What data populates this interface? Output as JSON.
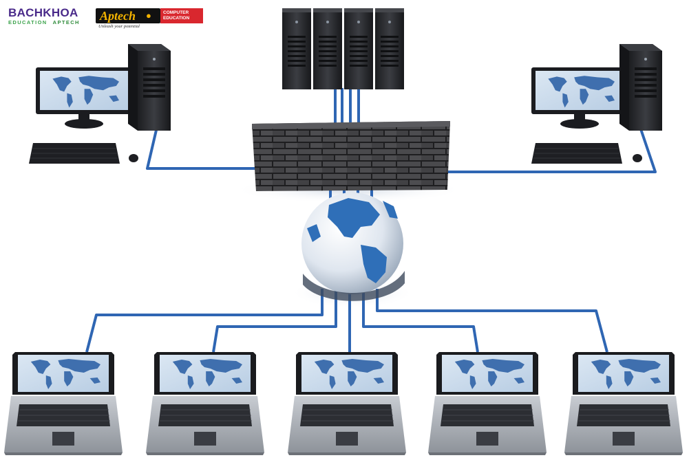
{
  "logos": {
    "bachkhoa": {
      "name": "BACHKHOA",
      "line2a": "EDUCATION",
      "line2b": "APTECH"
    },
    "aptech": {
      "name": "Aptech",
      "side_line1": "COMPUTER",
      "side_line2": "EDUCATION",
      "tagline": "Unleash your potential"
    }
  },
  "colors": {
    "cable": "#2f66b3",
    "screen": "#3f6fae",
    "tower": "#2b2d31",
    "brick": "#3b3b3d",
    "globe_land": "#2f6fb8"
  },
  "icons": [
    "desktop-computer-icon",
    "server-rack-icon",
    "firewall-brick-wall-icon",
    "globe-icon",
    "laptop-icon",
    "world-map-icon"
  ]
}
